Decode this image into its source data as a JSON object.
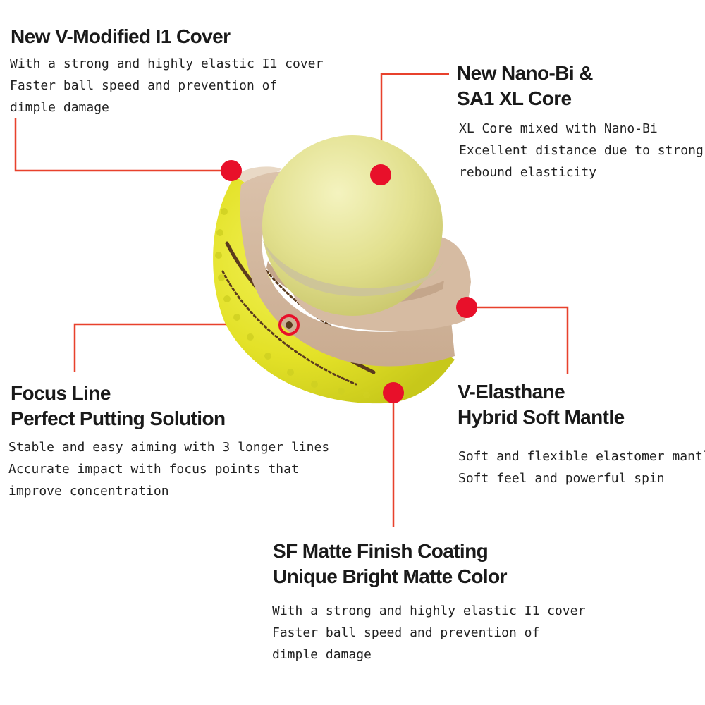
{
  "callouts": {
    "cover": {
      "title": "New V-Modified I1 Cover",
      "lines": [
        "With a strong and highly elastic I1 cover",
        "Faster ball speed and prevention of",
        "dimple damage"
      ]
    },
    "core": {
      "title_lines": [
        "New Nano-Bi &",
        "SA1 XL Core"
      ],
      "lines": [
        "XL Core mixed with Nano-Bi",
        "Excellent distance due to strong",
        "rebound elasticity"
      ]
    },
    "focus_line": {
      "title_lines": [
        "Focus Line",
        "Perfect Putting Solution"
      ],
      "lines": [
        "Stable and easy aiming with 3 longer lines",
        "Accurate impact with focus points that",
        "improve concentration"
      ]
    },
    "mantle": {
      "title_lines": [
        "V-Elasthane",
        "Hybrid Soft Mantle"
      ],
      "lines": [
        "Soft and flexible elastomer mantle",
        "Soft feel and powerful spin"
      ]
    },
    "coating": {
      "title_lines": [
        "SF Matte Finish Coating",
        "Unique Bright Matte Color"
      ],
      "lines": [
        "With a strong and highly elastic I1 cover",
        "Faster ball speed and prevention of",
        "dimple damage"
      ]
    }
  },
  "colors": {
    "leader_line": "#e8412c",
    "marker": "#e8102a",
    "cover_yellow": "#e6e62a",
    "core_yellow": "#e4e39a",
    "mantle_tan": "#d3b79f",
    "focus_line_dark": "#5a3a1e"
  }
}
